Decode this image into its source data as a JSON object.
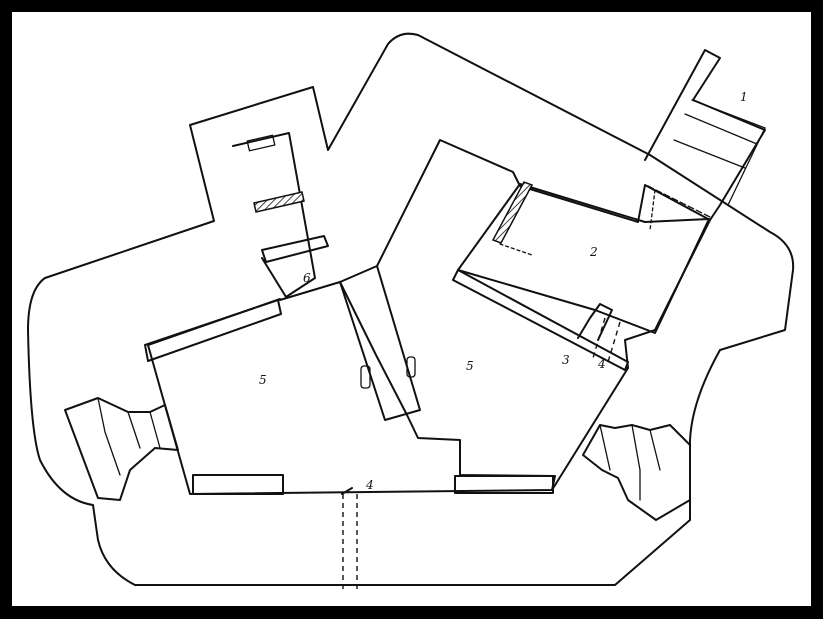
{
  "plan": {
    "labels": {
      "l1": "1",
      "l2": "2",
      "l3": "3",
      "l4a": "4",
      "l4b": "4",
      "l5a": "5",
      "l5b": "5",
      "l6": "6"
    }
  },
  "colors": {
    "background": "#000000",
    "paper": "#ffffff",
    "ink": "#111111"
  }
}
